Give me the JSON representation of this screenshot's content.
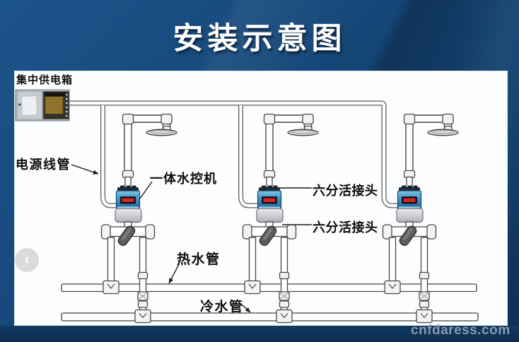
{
  "header": {
    "title": "安装示意图"
  },
  "diagram": {
    "labels": {
      "power_box": "集中供电箱",
      "power_conduit": "电源线管",
      "controller": "一体水控机",
      "union_top": "六分活接头",
      "union_bottom": "六分活接头",
      "hot_pipe": "热水管",
      "cold_pipe": "冷水管"
    },
    "station_count": 3,
    "colors": {
      "background": "#17497B",
      "panel": "#FCFDFE",
      "controller_body": "#4795C8",
      "controller_display": "#D42525",
      "label_text": "#0D0D0D",
      "title_text": "#FFFFFF",
      "watermark_text": "#92A2B6"
    }
  },
  "nav": {
    "prev_label": "‹"
  },
  "watermark": {
    "text": "cnfdaress.com"
  }
}
